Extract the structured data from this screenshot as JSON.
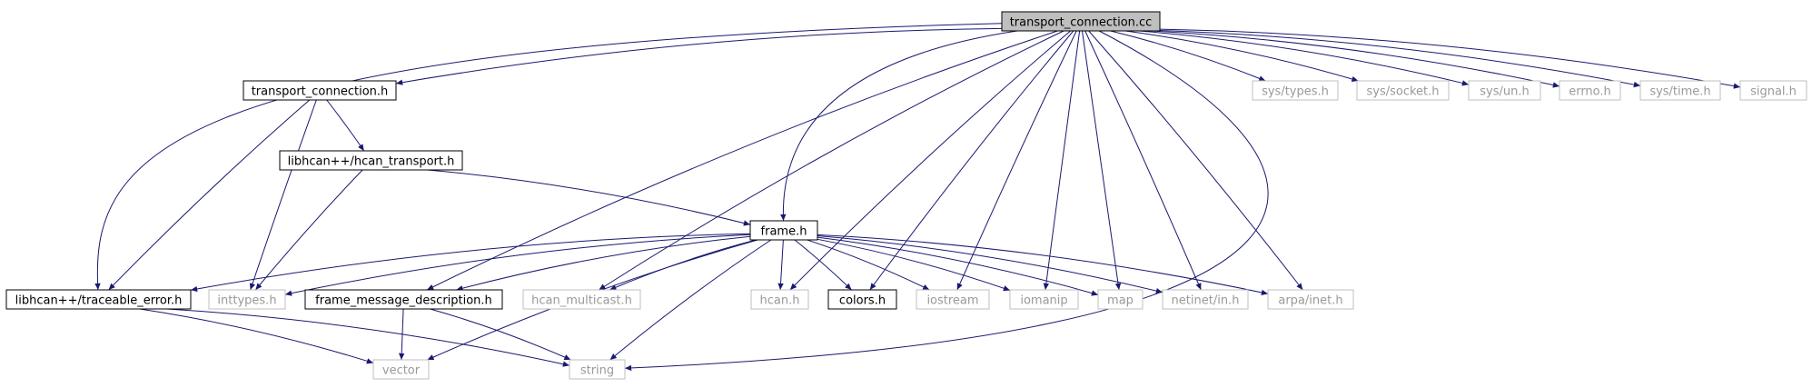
{
  "diagram": {
    "root": "transport_connection.cc",
    "colors": {
      "edge": "#191970",
      "root_fill": "#bfbfbf",
      "documented_border": "#000000",
      "undocumented_border": "#bfbfbf",
      "undocumented_text": "#999999"
    },
    "nodes": [
      {
        "id": "root",
        "label": "transport_connection.cc",
        "kind": "root"
      },
      {
        "id": "tch",
        "label": "transport_connection.h",
        "kind": "documented"
      },
      {
        "id": "types",
        "label": "sys/types.h",
        "kind": "external"
      },
      {
        "id": "socket",
        "label": "sys/socket.h",
        "kind": "external"
      },
      {
        "id": "un",
        "label": "sys/un.h",
        "kind": "external"
      },
      {
        "id": "errno",
        "label": "errno.h",
        "kind": "external"
      },
      {
        "id": "time",
        "label": "sys/time.h",
        "kind": "external"
      },
      {
        "id": "signal",
        "label": "signal.h",
        "kind": "external"
      },
      {
        "id": "hcant",
        "label": "libhcan++/hcan_transport.h",
        "kind": "documented"
      },
      {
        "id": "frame",
        "label": "frame.h",
        "kind": "documented"
      },
      {
        "id": "trace",
        "label": "libhcan++/traceable_error.h",
        "kind": "documented"
      },
      {
        "id": "inttypes",
        "label": "inttypes.h",
        "kind": "external"
      },
      {
        "id": "fmd",
        "label": "frame_message_description.h",
        "kind": "documented"
      },
      {
        "id": "multicast",
        "label": "hcan_multicast.h",
        "kind": "external"
      },
      {
        "id": "hcan",
        "label": "hcan.h",
        "kind": "external"
      },
      {
        "id": "colors",
        "label": "colors.h",
        "kind": "documented"
      },
      {
        "id": "iostream",
        "label": "iostream",
        "kind": "external"
      },
      {
        "id": "iomanip",
        "label": "iomanip",
        "kind": "external"
      },
      {
        "id": "map",
        "label": "map",
        "kind": "external"
      },
      {
        "id": "netinet",
        "label": "netinet/in.h",
        "kind": "external"
      },
      {
        "id": "arpa",
        "label": "arpa/inet.h",
        "kind": "external"
      },
      {
        "id": "vector",
        "label": "vector",
        "kind": "external"
      },
      {
        "id": "string",
        "label": "string",
        "kind": "external"
      }
    ],
    "edges": [
      [
        "root",
        "tch"
      ],
      [
        "root",
        "types"
      ],
      [
        "root",
        "socket"
      ],
      [
        "root",
        "un"
      ],
      [
        "root",
        "errno"
      ],
      [
        "root",
        "time"
      ],
      [
        "root",
        "signal"
      ],
      [
        "root",
        "trace"
      ],
      [
        "root",
        "fmd"
      ],
      [
        "root",
        "multicast"
      ],
      [
        "root",
        "frame"
      ],
      [
        "root",
        "hcan"
      ],
      [
        "root",
        "colors"
      ],
      [
        "root",
        "iostream"
      ],
      [
        "root",
        "iomanip"
      ],
      [
        "root",
        "map"
      ],
      [
        "root",
        "netinet"
      ],
      [
        "root",
        "arpa"
      ],
      [
        "root",
        "string"
      ],
      [
        "tch",
        "hcant"
      ],
      [
        "tch",
        "trace"
      ],
      [
        "tch",
        "inttypes"
      ],
      [
        "hcant",
        "frame"
      ],
      [
        "hcant",
        "inttypes"
      ],
      [
        "frame",
        "trace"
      ],
      [
        "frame",
        "inttypes"
      ],
      [
        "frame",
        "fmd"
      ],
      [
        "frame",
        "multicast"
      ],
      [
        "frame",
        "hcan"
      ],
      [
        "frame",
        "colors"
      ],
      [
        "frame",
        "iostream"
      ],
      [
        "frame",
        "iomanip"
      ],
      [
        "frame",
        "map"
      ],
      [
        "frame",
        "netinet"
      ],
      [
        "frame",
        "arpa"
      ],
      [
        "frame",
        "vector"
      ],
      [
        "frame",
        "string"
      ],
      [
        "trace",
        "vector"
      ],
      [
        "trace",
        "string"
      ],
      [
        "fmd",
        "vector"
      ],
      [
        "fmd",
        "string"
      ]
    ]
  }
}
